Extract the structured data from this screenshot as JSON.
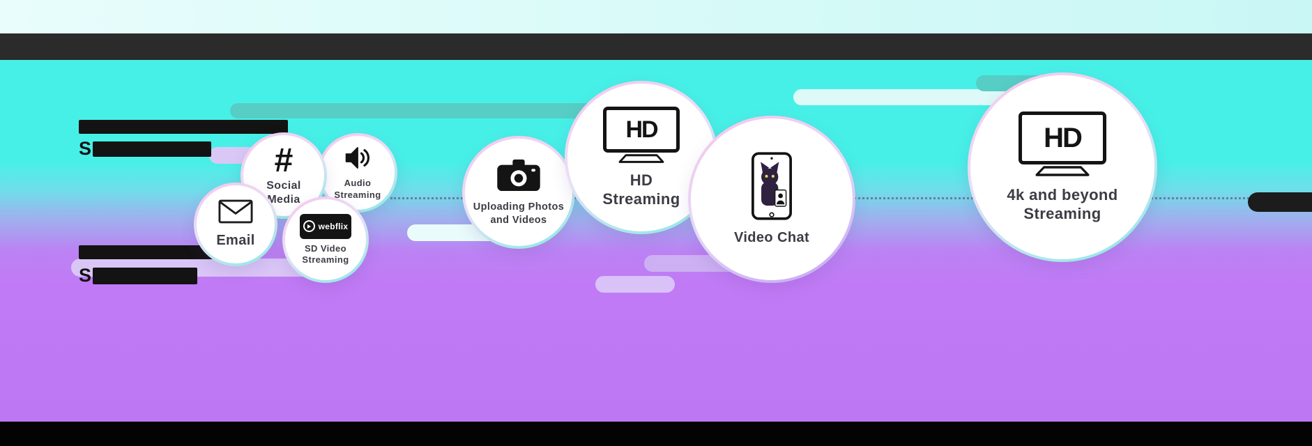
{
  "meta": {
    "description": "ISP bandwidth infographic: activity bubbles sized by required internet speed, split by a dotted speed-threshold line over a cyan-to-purple gradient",
    "colors": {
      "cyan_background": "#47f0e7",
      "purple_background": "#c07af5",
      "top_strip": "#dffbfa",
      "header_bar": "#2b2b2b",
      "footer_bar": "#030303",
      "pill_teal": "#56cec5",
      "pill_lavender": "#d9c5f6",
      "pill_light_cyan": "#e9fcfb",
      "label_text": "#3c3c44"
    }
  },
  "speed_tiers": {
    "tier1": {
      "visible_prefix": "S"
    },
    "tier2": {
      "visible_prefix": "S"
    }
  },
  "bubbles": {
    "email": {
      "label": "Email",
      "icon": "envelope-icon"
    },
    "social_media": {
      "label": "Social\nMedia",
      "icon": "hashtag-icon",
      "hashtag": "#"
    },
    "audio_streaming": {
      "label": "Audio\nStreaming",
      "icon": "speaker-icon"
    },
    "sd_video": {
      "label": "SD Video\nStreaming",
      "icon": "webflix-player-icon",
      "player_text": "webflix"
    },
    "uploading": {
      "label": "Uploading Photos\nand Videos",
      "icon": "camera-icon"
    },
    "hd_streaming": {
      "label": "HD\nStreaming",
      "icon": "hd-tv-icon",
      "tv_logo": "HD"
    },
    "video_chat": {
      "label": "Video Chat",
      "icon": "video-chat-phone-icon"
    },
    "four_k": {
      "label": "4k and beyond\nStreaming",
      "icon": "hd-tv-icon",
      "tv_logo": "HD"
    }
  }
}
